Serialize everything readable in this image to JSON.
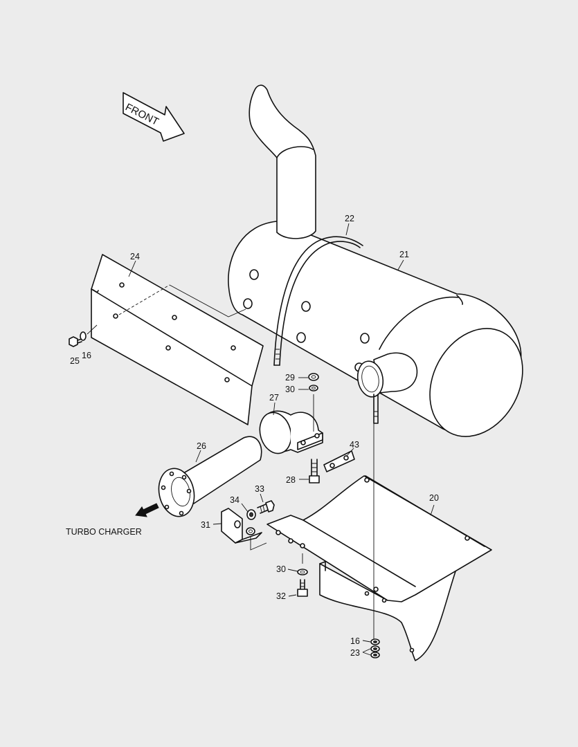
{
  "direction_labels": {
    "front": "FRONT",
    "turbo_charger": "TURBO CHARGER"
  },
  "callouts": {
    "p20": "20",
    "p21": "21",
    "p22": "22",
    "p23": "23",
    "p24": "24",
    "p25": "25",
    "p16a": "16",
    "p16b": "16",
    "p26": "26",
    "p27": "27",
    "p28": "28",
    "p29": "29",
    "p30a": "30",
    "p30b": "30",
    "p31": "31",
    "p32": "32",
    "p33": "33",
    "p34": "34",
    "p43": "43"
  },
  "colors": {
    "background": "#ececec",
    "line": "#111111",
    "part_fill": "#ffffff"
  }
}
